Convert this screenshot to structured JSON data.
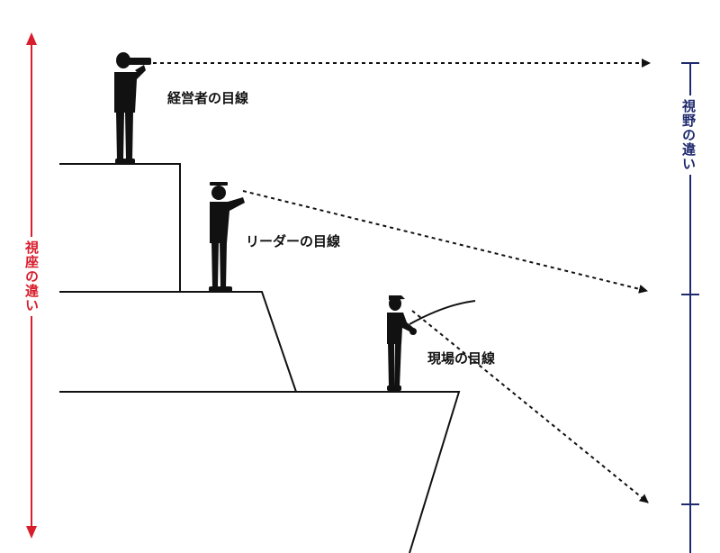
{
  "labels": {
    "left_axis": "視座の違い",
    "right_axis": "視野の違い",
    "executive_gaze": "経営者の目線",
    "leader_gaze": "リーダーの目線",
    "field_gaze": "現場の目線"
  },
  "figures": [
    {
      "role": "executive",
      "pose": "binoculars-icon"
    },
    {
      "role": "leader",
      "pose": "pointing-icon"
    },
    {
      "role": "field",
      "pose": "fishing-icon"
    }
  ],
  "colors": {
    "left_axis": "#d81e2c",
    "right_axis": "#1f2a6e",
    "lines": "#111111",
    "background": "#ffffff"
  }
}
